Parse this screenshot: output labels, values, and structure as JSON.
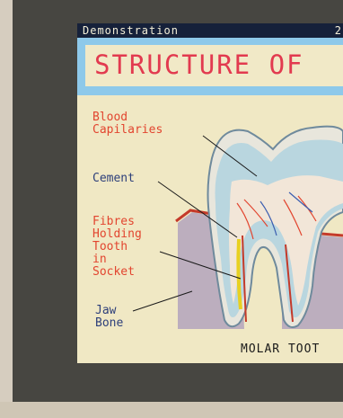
{
  "screen": {
    "header": {
      "title": "Demonstration",
      "page_indicator": "2"
    },
    "banner": {
      "title": "STRUCTURE OF"
    },
    "labels": {
      "blood_capillaries": "Blood\nCapilaries",
      "cement": "Cement",
      "fibres": "Fibres\nHolding\nTooth\nin\nSocket",
      "jaw_bone": "Jaw\nBone"
    },
    "caption": "MOLAR TOOT"
  },
  "colors": {
    "header_bg": "#16213a",
    "banner_bg": "#8ec9ea",
    "screen_bg": "#f0e8c4",
    "red_text": "#e2452f",
    "blue_text": "#2d3f7a"
  }
}
